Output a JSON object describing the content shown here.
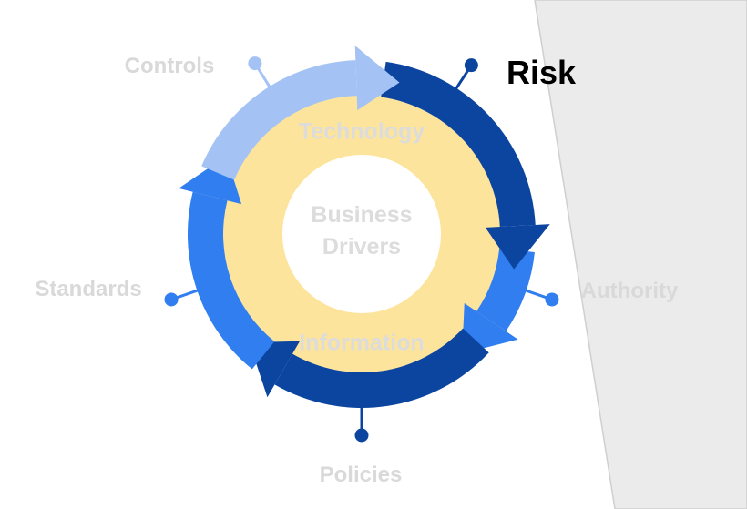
{
  "diagram": {
    "center": {
      "line1": "Business",
      "line2": "Drivers"
    },
    "inner_labels": {
      "top": "Technology",
      "bottom": "Information"
    },
    "outer_labels": {
      "controls": "Controls",
      "risk": "Risk",
      "authority": "Authority",
      "policies": "Policies",
      "standards": "Standards"
    },
    "highlighted": "Risk",
    "colors": {
      "light_blue": "#a4c2f4",
      "medium_blue": "#307ef0",
      "dark_blue": "#0b45a0",
      "yellow": "#fde49c",
      "label_gray": "#d9d9d9",
      "panel_gray": "#ebebeb"
    }
  }
}
